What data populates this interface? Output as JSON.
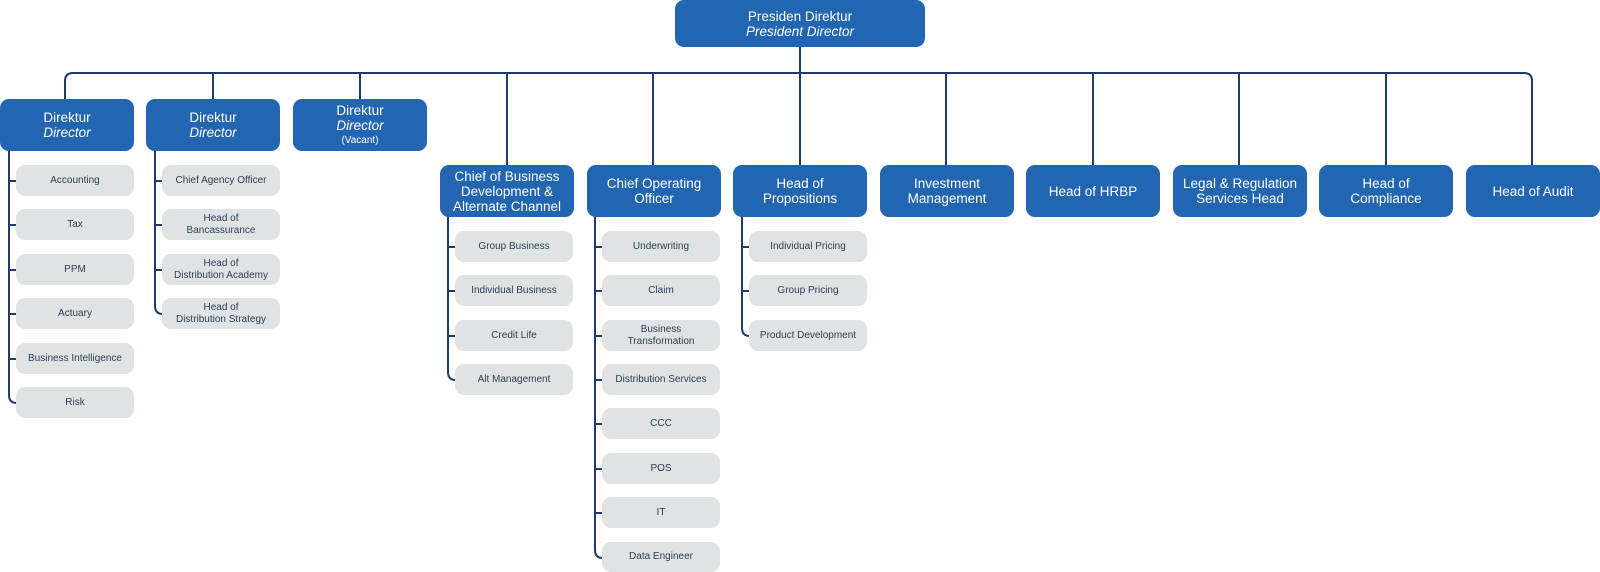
{
  "colors": {
    "head_box": "#2265b0",
    "sub_box": "#e0e3e4",
    "connector": "#1e3a6e",
    "sub_text": "#2d3d56"
  },
  "president": {
    "title": "Presiden Direktur",
    "subtitle": "President Director"
  },
  "directors": [
    {
      "title": "Direktur",
      "subtitle": "Director",
      "note": ""
    },
    {
      "title": "Direktur",
      "subtitle": "Director",
      "note": ""
    },
    {
      "title": "Direktur",
      "subtitle": "Director",
      "note": "(Vacant)"
    }
  ],
  "director_units": [
    [
      "Accounting",
      "Tax",
      "PPM",
      "Actuary",
      "Business Intelligence",
      "Risk"
    ],
    [
      "Chief Agency Officer",
      "Head of\nBancassurance",
      "Head of\nDistribution Academy",
      "Head of\nDistribution Strategy"
    ]
  ],
  "heads": [
    "Chief of Business Development & Alternate Channel",
    "Chief Operating Officer",
    "Head of Propositions",
    "Investment Management",
    "Head of HRBP",
    "Legal & Regulation Services Head",
    "Head of Compliance",
    "Head of Audit"
  ],
  "head_units": [
    [
      "Group Business",
      "Individual Business",
      "Credit Life",
      "Alt Management"
    ],
    [
      "Underwriting",
      "Claim",
      "Business\nTransformation",
      "Distribution Services",
      "CCC",
      "POS",
      "IT",
      "Data Engineer"
    ],
    [
      "Individual Pricing",
      "Group Pricing",
      "Product Development"
    ]
  ]
}
